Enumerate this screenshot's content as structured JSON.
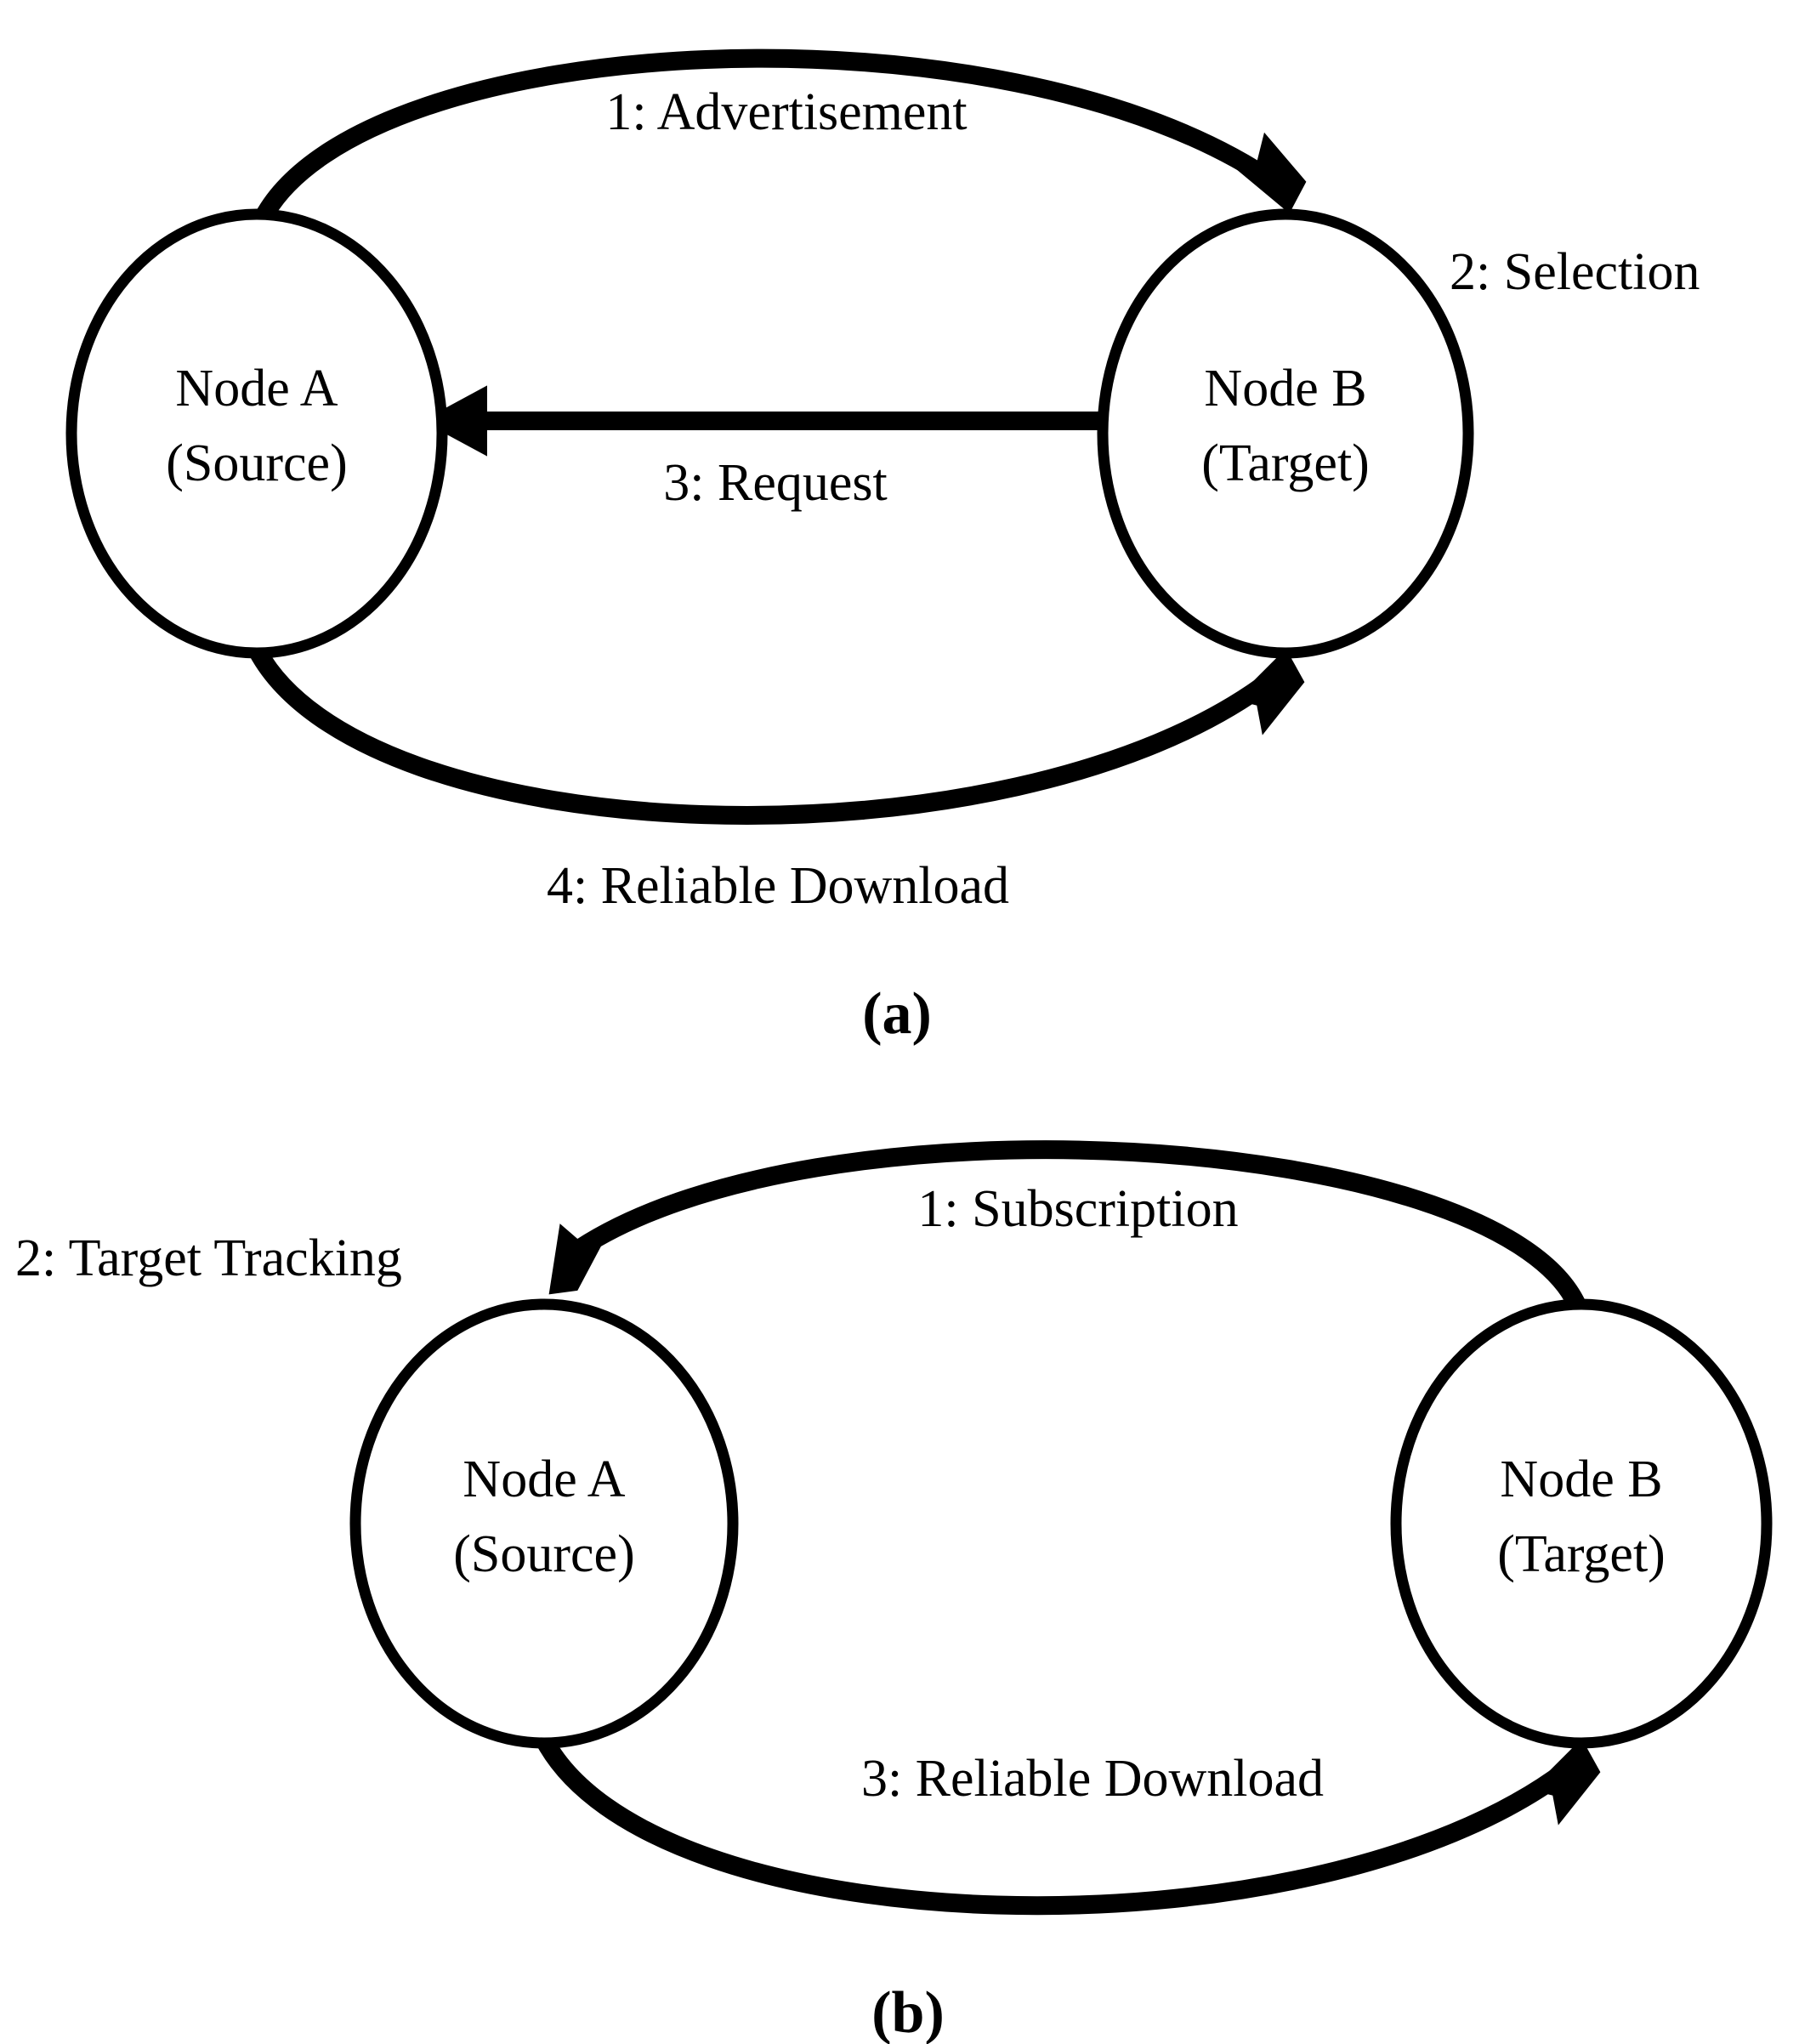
{
  "figure": {
    "background_color": "#ffffff",
    "stroke_color": "#000000",
    "panels": [
      {
        "caption": "(a)",
        "nodes": [
          {
            "line1": "Node A",
            "line2": "(Source)"
          },
          {
            "line1": "Node B",
            "line2": "(Target)"
          }
        ],
        "edges": [
          {
            "label": "1: Advertisement"
          },
          {
            "label": "2: Selection"
          },
          {
            "label": "3: Request"
          },
          {
            "label": "4: Reliable Download"
          }
        ]
      },
      {
        "caption": "(b)",
        "nodes": [
          {
            "line1": "Node A",
            "line2": "(Source)"
          },
          {
            "line1": "Node B",
            "line2": "(Target)"
          }
        ],
        "edges": [
          {
            "label": "1: Subscription"
          },
          {
            "label": "2: Target Tracking"
          },
          {
            "label": "3: Reliable Download"
          }
        ]
      }
    ]
  },
  "panel_a": {
    "caption": "(a)",
    "node_a_line1": "Node A",
    "node_a_line2": "(Source)",
    "node_b_line1": "Node B",
    "node_b_line2": "(Target)",
    "label_advertisement": "1: Advertisement",
    "label_selection": "2: Selection",
    "label_request": "3: Request",
    "label_download": "4: Reliable Download"
  },
  "panel_b": {
    "caption": "(b)",
    "node_a_line1": "Node A",
    "node_a_line2": "(Source)",
    "node_b_line1": "Node B",
    "node_b_line2": "(Target)",
    "label_subscription": "1: Subscription",
    "label_target_tracking": "2: Target Tracking",
    "label_download": "3: Reliable Download"
  }
}
